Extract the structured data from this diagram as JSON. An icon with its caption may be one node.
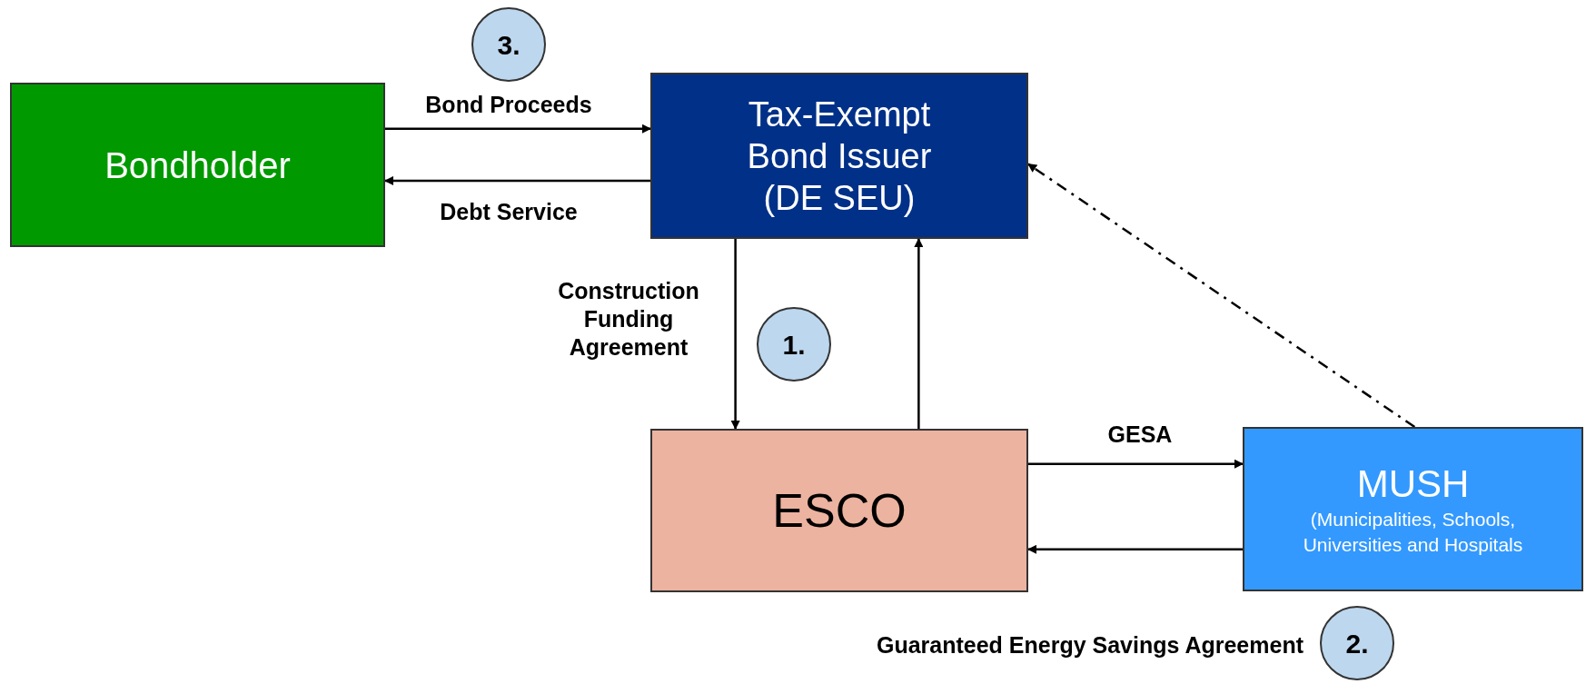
{
  "diagram": {
    "nodes": [
      {
        "text": [
          "Bondholder"
        ]
      },
      {
        "text": [
          "Tax-Exempt Bond Issuer (DE SEU)"
        ]
      },
      {
        "text": [
          "ESCO"
        ]
      },
      {
        "text": [
          "MUSH",
          "(Municipalities, Schools, Universities and Hospitals"
        ]
      },
      {
        "text": [
          "3."
        ]
      },
      {
        "text": [
          "1."
        ]
      },
      {
        "text": [
          "2."
        ]
      }
    ],
    "edges": [
      {
        "from": 0,
        "to": 1,
        "arrow": "to",
        "label": "Bond Proceeds"
      },
      {
        "from": 1,
        "to": 0,
        "arrow": "to",
        "label": "Debt Service"
      },
      {
        "from": 1,
        "to": 2,
        "arrow": "to",
        "label": "Construction Funding Agreement"
      },
      {
        "from": 2,
        "to": 1,
        "arrow": "to"
      },
      {
        "from": 3,
        "to": 1,
        "arrow": "to",
        "style": "dashed"
      },
      {
        "from": 2,
        "to": 3,
        "arrow": "to",
        "label": "GESA"
      },
      {
        "from": 3,
        "to": 2,
        "arrow": "to"
      }
    ],
    "labels": [
      "Guaranteed Energy Savings Agreement"
    ]
  }
}
